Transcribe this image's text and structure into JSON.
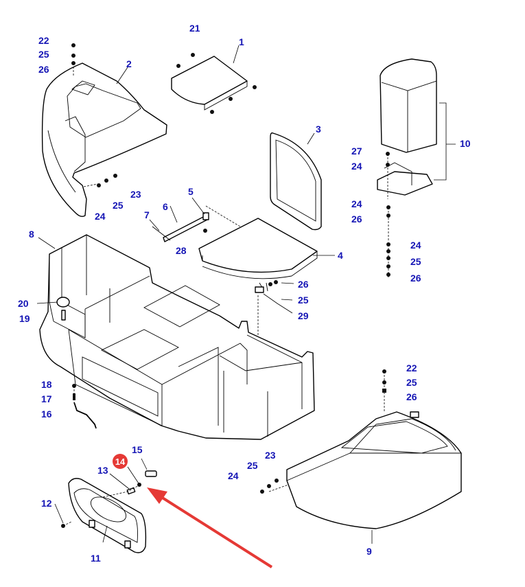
{
  "labels": {
    "l1": "1",
    "l2": "2",
    "l3": "3",
    "l4": "4",
    "l5": "5",
    "l6": "6",
    "l7": "7",
    "l8": "8",
    "l9": "9",
    "l10": "10",
    "l11": "11",
    "l12": "12",
    "l13": "13",
    "l14": "14",
    "l15": "15",
    "l16": "16",
    "l17": "17",
    "l18": "18",
    "l19": "19",
    "l20": "20",
    "l21": "21",
    "l22a": "22",
    "l25a": "25",
    "l26a": "26",
    "l23a": "23",
    "l24a": "24",
    "l25b": "25",
    "l27": "27",
    "l24b": "24",
    "l24c": "24",
    "l26b": "26",
    "l24d": "24",
    "l25c": "25",
    "l26c": "26",
    "l26d": "26",
    "l25d": "25",
    "l29": "29",
    "l28": "28",
    "l22b": "22",
    "l25e": "25",
    "l26e": "26",
    "l23b": "23",
    "l25f": "25",
    "l24e": "24"
  },
  "highlight": {
    "label": "14",
    "color": "#e53935"
  },
  "colors": {
    "label_text": "#1515b5",
    "arrow": "#e53935",
    "line_art": "#000000"
  }
}
